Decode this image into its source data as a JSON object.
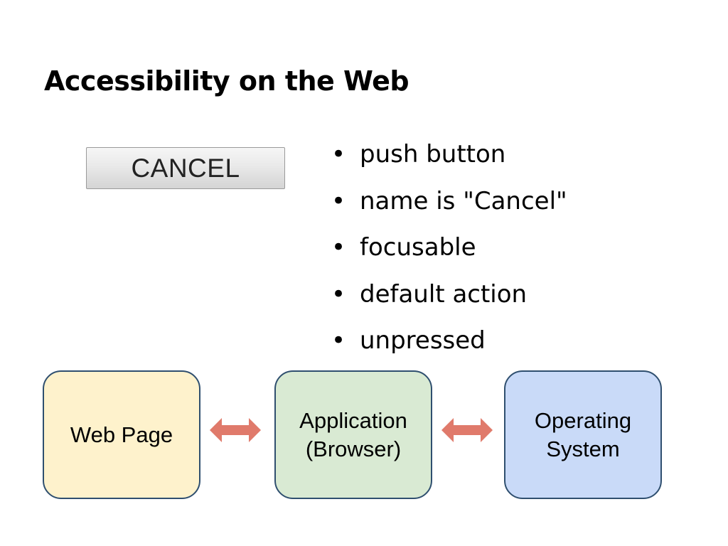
{
  "slide": {
    "title": "Accessibility on the Web"
  },
  "example_button": {
    "label": "CANCEL"
  },
  "properties": {
    "bullet": "•",
    "items": [
      "push button",
      "name is \"Cancel\"",
      "focusable",
      "default action",
      "unpressed"
    ]
  },
  "diagram": {
    "boxes": [
      {
        "lines": [
          "Web Page"
        ],
        "fill": "#fef2cc"
      },
      {
        "lines": [
          "Application",
          "(Browser)"
        ],
        "fill": "#d9ead3"
      },
      {
        "lines": [
          "Operating",
          "System"
        ],
        "fill": "#c9daf8"
      }
    ],
    "border_color": "#2f4f6f",
    "arrow_color": "#e07a6b",
    "arrow_icon": "double-headed-arrow-icon"
  }
}
